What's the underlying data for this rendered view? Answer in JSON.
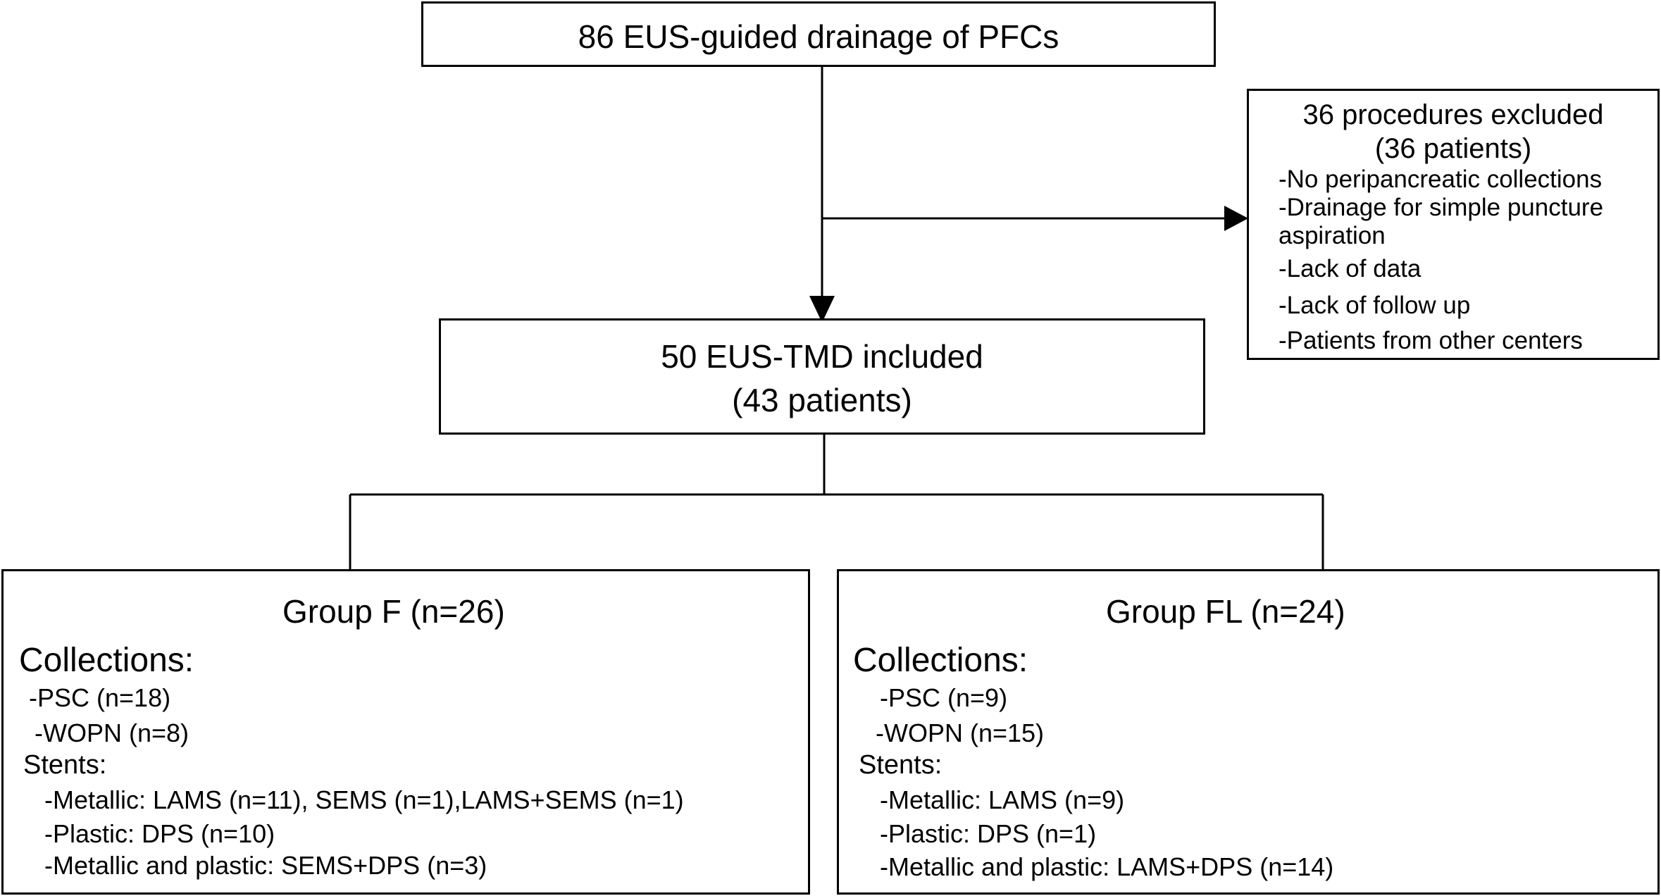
{
  "diagram": {
    "top_box": {
      "text": "86 EUS-guided drainage of PFCs"
    },
    "excluded_box": {
      "title": "36 procedures excluded",
      "subtitle": "(36 patients)",
      "items": [
        "-No peripancreatic collections",
        "-Drainage for simple puncture",
        "aspiration",
        "-Lack of data",
        "-Lack of follow up",
        "-Patients from other centers"
      ]
    },
    "included_box": {
      "title": "50 EUS-TMD included",
      "subtitle": "(43 patients)"
    },
    "group_f": {
      "title": "Group F (n=26)",
      "collections_label": "Collections:",
      "collections": [
        "-PSC (n=18)",
        "-WOPN (n=8)"
      ],
      "stents_label": "Stents:",
      "stents": [
        "-Metallic: LAMS (n=11), SEMS (n=1),LAMS+SEMS (n=1)",
        "-Plastic: DPS (n=10)",
        "-Metallic and plastic: SEMS+DPS (n=3)"
      ]
    },
    "group_fl": {
      "title": "Group FL (n=24)",
      "collections_label": "Collections:",
      "collections": [
        "-PSC (n=9)",
        "-WOPN (n=15)"
      ],
      "stents_label": "Stents:",
      "stents": [
        "-Metallic: LAMS (n=9)",
        "-Plastic: DPS (n=1)",
        "-Metallic and plastic: LAMS+DPS (n=14)"
      ]
    }
  }
}
